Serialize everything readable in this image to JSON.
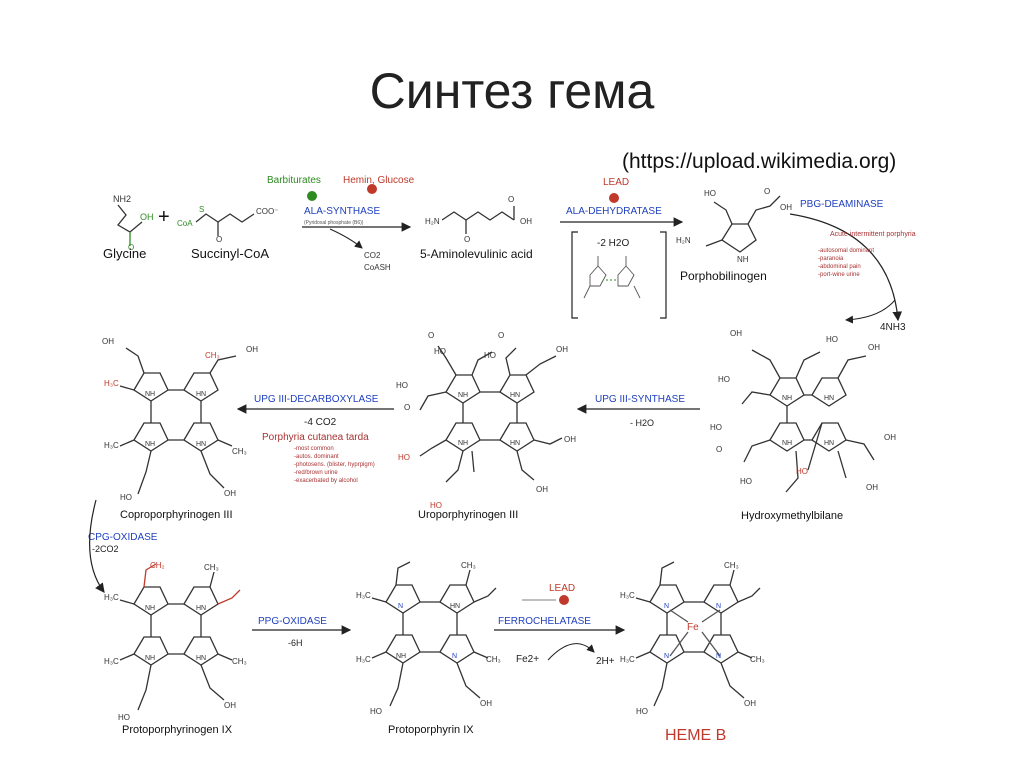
{
  "title": "Синтез гема",
  "source": "(https://upload.wikimedia.org)",
  "colors": {
    "enzyme": "#1f3fbf",
    "inhibitor": "#c0392b",
    "regulator_green": "#2e8b22",
    "disease": "#a83232",
    "structure": "#333333",
    "heme": "#c0392b"
  },
  "molecules": {
    "glycine": "Glycine",
    "succinyl_coa": "Succinyl-CoA",
    "ala": "5-Aminolevulinic acid",
    "pbg": "Porphobilinogen",
    "hmb": "Hydroxymethylbilane",
    "uro": "Uroporphyrinogen III",
    "copro": "Coproporphyrinogen III",
    "proto_gen": "Protoporphyrinogen IX",
    "proto": "Protoporphyrin IX",
    "heme": "HEME B"
  },
  "enzymes": {
    "ala_synthase": "ALA-SYNTHASE",
    "ala_dehydratase": "ALA-DEHYDRATASE",
    "pbg_deaminase": "PBG-DEAMINASE",
    "upg3_synthase": "UPG III-SYNTHASE",
    "upg3_decarboxylase": "UPG III-DECARBOXYLASE",
    "cpg_oxidase": "CPG-OXIDASE",
    "ppg_oxidase": "PPG-OXIDASE",
    "ferrochelatase": "FERROCHELATASE"
  },
  "regulators": {
    "barbiturates": "Barbiturates",
    "hemin_glucose": "Hemin, Glucose",
    "lead1": "LEAD",
    "lead2": "LEAD"
  },
  "byproducts": {
    "co2": "CO2",
    "coash": "CoASH",
    "minus_2h2o": "-2 H2O",
    "nh3": "4NH3",
    "minus_h2o": "- H2O",
    "minus_4co2": "-4 CO2",
    "minus_2co2": "-2CO2",
    "minus_6h": "-6H",
    "fe": "Fe2+",
    "two_h": "2H+",
    "fe_center": "Fe"
  },
  "diseases": {
    "aip": {
      "title": "Acute intermittent porphyria",
      "notes": [
        "-autosomal dominant",
        "-paranoia",
        "-abdominal pain",
        "-port-wine urine"
      ]
    },
    "pct": {
      "title": "Porphyria cutanea tarda",
      "notes": [
        "-most common",
        "-autos. dominant",
        "-photosens. (blister, hyprpigm)",
        "-red/brown urine",
        "-exacerbated by alcohol"
      ]
    }
  }
}
